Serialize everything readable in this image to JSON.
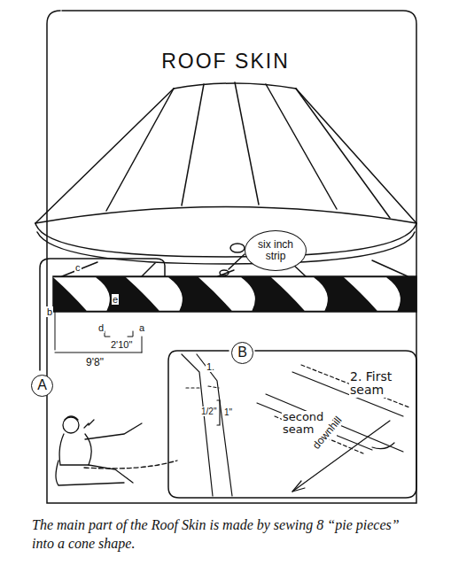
{
  "diagram": {
    "title": "ROOF SKIN",
    "caption": "The main part of the Roof Skin is made by sewing 8 “pie pieces” into a cone shape.",
    "nodes": [
      {
        "text": [
          "six inch strip"
        ]
      },
      {
        "text": [
          "A"
        ]
      },
      {
        "text": [
          "B"
        ]
      }
    ],
    "labels": [
      "c",
      "b",
      "e",
      "d",
      "a",
      "2'10\"",
      "9'8\"",
      "1.",
      "1/2\"",
      "1\"",
      "2. First seam",
      "second seam",
      "downhill"
    ]
  }
}
